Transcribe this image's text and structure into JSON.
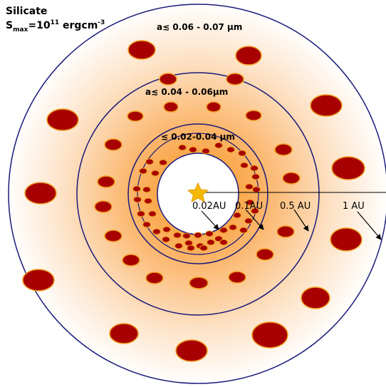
{
  "title": {
    "line1": "Silicate",
    "smax_prefix": "S",
    "smax_sub": "max",
    "smax_mid": "=10",
    "smax_sup": "11",
    "smax_unit": " ergcm",
    "smax_unit_sup": "-3"
  },
  "zones": {
    "outer": "a≲ 0.06 - 0.07 μm",
    "middle": "a≲ 0.04 - 0.06μm",
    "inner": "≲ 0.02-0.04 μm"
  },
  "radii": {
    "r1": "0.02AU",
    "r2": "0.1AU",
    "r3": "0.5 AU",
    "r4": "1 AU"
  },
  "colors": {
    "orbit": "#1a1a7a",
    "grain_fill": "#a80000",
    "grain_stroke": "#f0a020",
    "glow_core": "#f7941d",
    "glow_edge": "#ffffff",
    "star": "#f5b800"
  },
  "icons": {
    "star": "star-icon"
  }
}
